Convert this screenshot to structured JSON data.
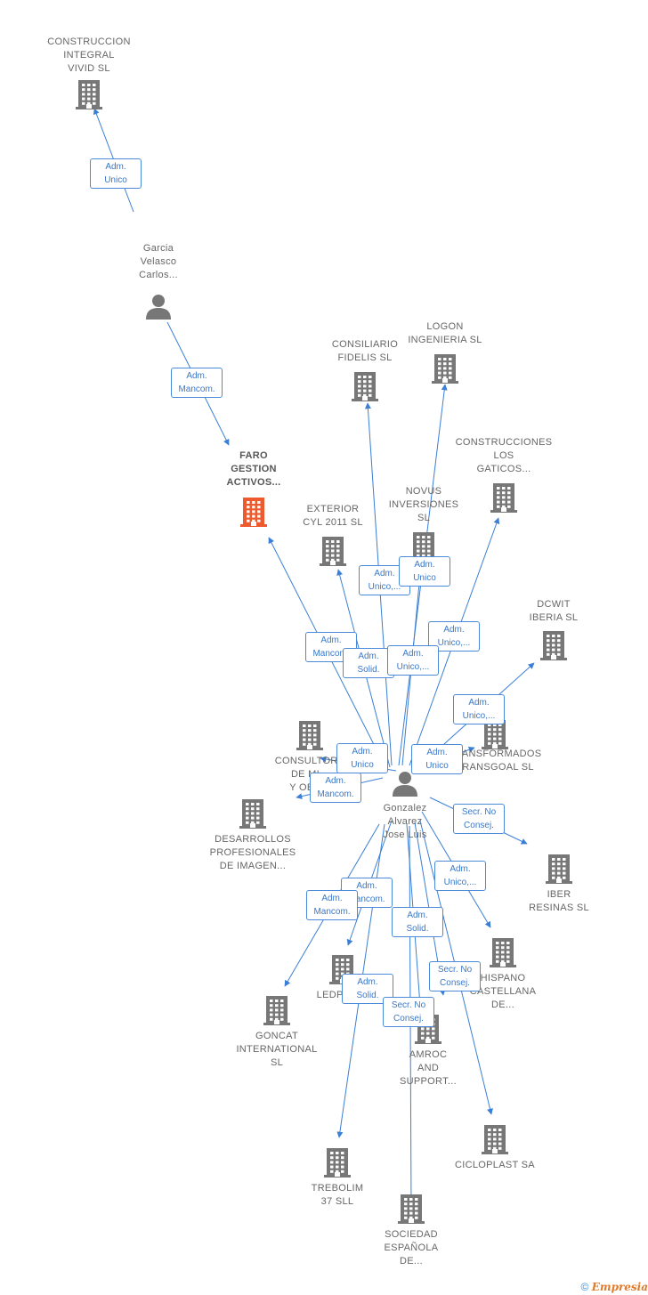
{
  "nodes": [
    {
      "id": "construccion",
      "label": "CONSTRUCCION\nINTEGRAL\nVIVID SL",
      "type": "company"
    },
    {
      "id": "garcia",
      "label": "Garcia\nVelasco\nCarlos...",
      "type": "person"
    },
    {
      "id": "faro",
      "label": "FARO\nGESTION\nACTIVOS...",
      "type": "focus"
    },
    {
      "id": "consiliario",
      "label": "CONSILIARIO\nFIDELIS SL",
      "type": "company"
    },
    {
      "id": "logon",
      "label": "LOGON\nINGENIERIA SL",
      "type": "company"
    },
    {
      "id": "construcciones",
      "label": "CONSTRUCCIONES\nLOS\nGATICOS...",
      "type": "company"
    },
    {
      "id": "exterior",
      "label": "EXTERIOR\nCYL 2011 SL",
      "type": "company"
    },
    {
      "id": "novus",
      "label": "NOVUS\nINVERSIONES\nSL",
      "type": "company"
    },
    {
      "id": "dcwit",
      "label": "DCWIT\nIBERIA SL",
      "type": "company"
    },
    {
      "id": "consultora",
      "label": "CONSULTORA\nDE MI...\nY OBR...",
      "type": "company"
    },
    {
      "id": "transformados",
      "label": "TRANSFORMADOS\nTRANSGOAL SL",
      "type": "company"
    },
    {
      "id": "gonzalez",
      "label": "Gonzalez\nAlvarez\nJose Luis",
      "type": "person"
    },
    {
      "id": "desarrollos",
      "label": "DESARROLLOS\nPROFESIONALES\nDE IMAGEN...",
      "type": "company"
    },
    {
      "id": "iber",
      "label": "IBER\nRESINAS SL",
      "type": "company"
    },
    {
      "id": "hispano",
      "label": "HISPANO\nCASTELLANA\nDE...",
      "type": "company"
    },
    {
      "id": "ledplast",
      "label": "LEDPLAST",
      "type": "company"
    },
    {
      "id": "goncat",
      "label": "GONCAT\nINTERNATIONAL\nSL",
      "type": "company"
    },
    {
      "id": "amroc",
      "label": "AMROC\nAND\nSUPPORT...",
      "type": "company"
    },
    {
      "id": "cicloplast",
      "label": "CICLOPLAST SA",
      "type": "company"
    },
    {
      "id": "trebolim",
      "label": "TREBOLIM\n37 SLL",
      "type": "company"
    },
    {
      "id": "sociedad",
      "label": "SOCIEDAD\nESPAÑOLA\nDE...",
      "type": "company"
    }
  ],
  "relations": [
    {
      "label": "Adm.\nUnico"
    },
    {
      "label": "Adm.\nMancom."
    },
    {
      "label": "Adm.\nUnico,..."
    },
    {
      "label": "Adm.\nUnico"
    },
    {
      "label": "Adm.\nUnico,..."
    },
    {
      "label": "Adm.\nMancom."
    },
    {
      "label": "Adm.\nSolid."
    },
    {
      "label": "Adm.\nUnico,..."
    },
    {
      "label": "Adm.\nUnico,..."
    },
    {
      "label": "Adm.\nUnico"
    },
    {
      "label": "Adm.\nUnico"
    },
    {
      "label": "Adm.\nMancom."
    },
    {
      "label": "Secr. No\nConsej."
    },
    {
      "label": "Adm.\nUnico,..."
    },
    {
      "label": "Adm.\nMancom."
    },
    {
      "label": "Adm.\nMancom."
    },
    {
      "label": "Adm.\nSolid."
    },
    {
      "label": "Secr. No\nConsej."
    },
    {
      "label": "Adm.\nSolid."
    },
    {
      "label": "Secr. No\nConsej."
    }
  ],
  "footer": {
    "copyright": "©",
    "brand": "Empresia"
  },
  "colors": {
    "edge": "#3a7fd5",
    "icon": "#777777",
    "focus_icon": "#ee5a2e"
  }
}
